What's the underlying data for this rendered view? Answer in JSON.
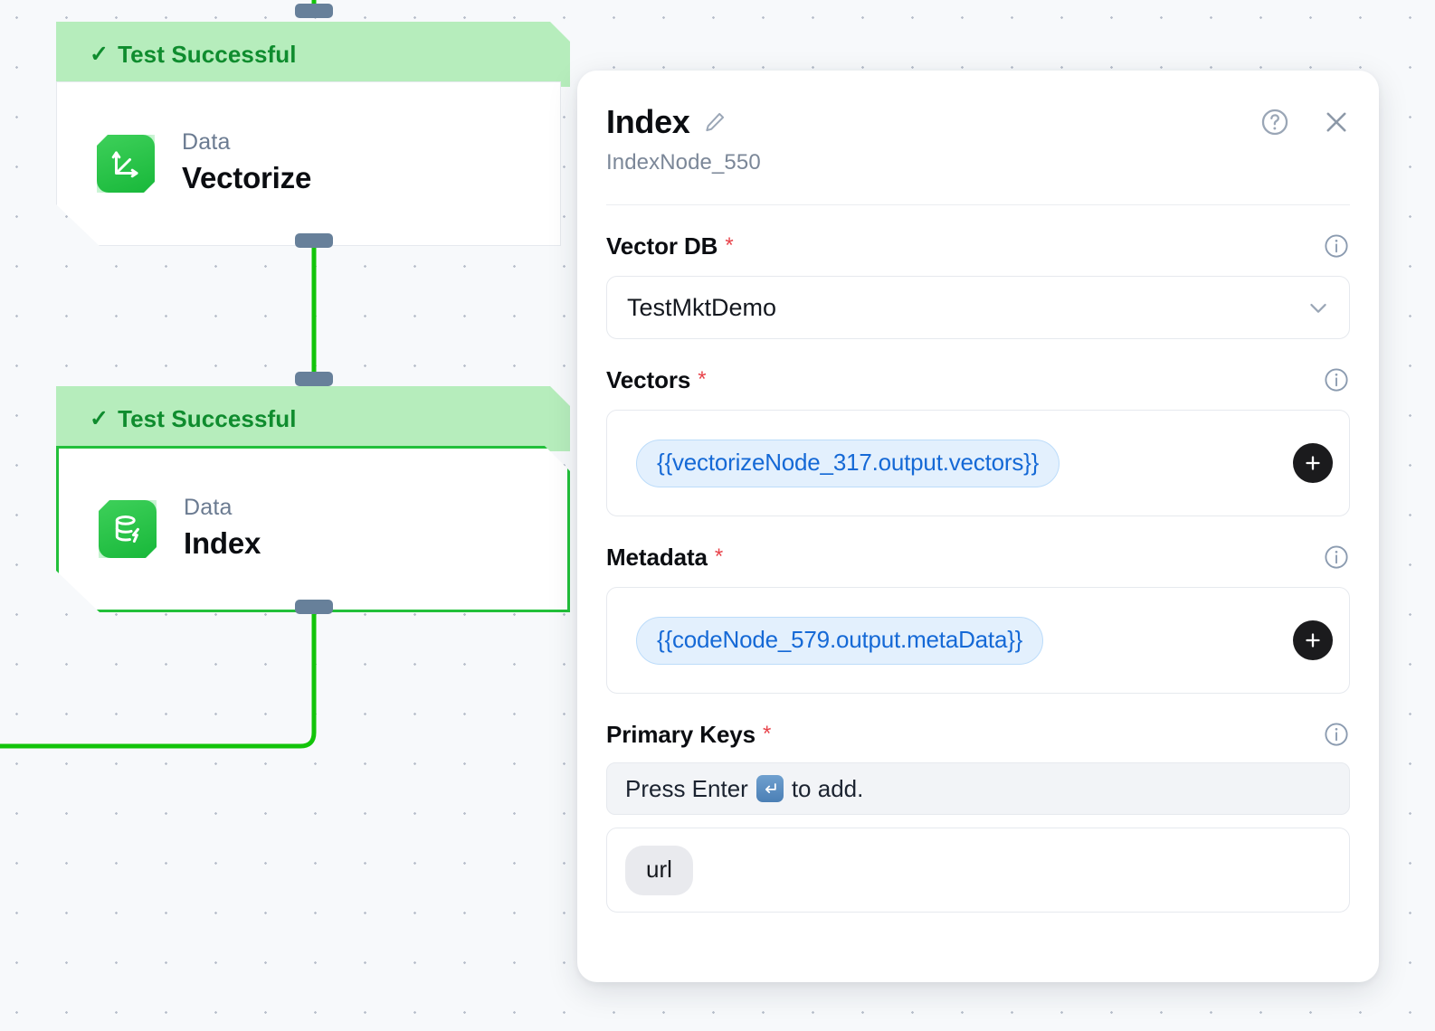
{
  "canvas": {
    "nodes": [
      {
        "status_label": "Test Successful",
        "kind": "Data",
        "title": "Vectorize",
        "icon": "vector-axes-icon",
        "selected": false
      },
      {
        "status_label": "Test Successful",
        "kind": "Data",
        "title": "Index",
        "icon": "database-bolt-icon",
        "selected": true
      }
    ],
    "edge_color": "#13c40a",
    "handle_color": "#67809a"
  },
  "panel": {
    "title": "Index",
    "subtitle": "IndexNode_550",
    "edit_icon": "pencil-icon",
    "help_icon": "help-circle-icon",
    "close_icon": "close-icon",
    "fields": {
      "vector_db": {
        "label": "Vector DB",
        "required_marker": "*",
        "value": "TestMktDemo",
        "info_icon": "info-icon",
        "chevron_icon": "chevron-down-icon"
      },
      "vectors": {
        "label": "Vectors",
        "required_marker": "*",
        "token": "{{vectorizeNode_317.output.vectors}}",
        "info_icon": "info-icon",
        "add_icon": "plus-icon"
      },
      "metadata": {
        "label": "Metadata",
        "required_marker": "*",
        "token": "{{codeNode_579.output.metaData}}",
        "info_icon": "info-icon",
        "add_icon": "plus-icon"
      },
      "primary_keys": {
        "label": "Primary Keys",
        "required_marker": "*",
        "hint_before": "Press Enter",
        "hint_after": "to add.",
        "enter_key_icon": "enter-key-icon",
        "info_icon": "info-icon",
        "chips": [
          "url"
        ]
      }
    }
  },
  "colors": {
    "status_bg": "#b6edbc",
    "status_text": "#0f8c2e",
    "selected_border": "#22c03a",
    "token_text": "#1569d6",
    "required": "#e8444b"
  }
}
